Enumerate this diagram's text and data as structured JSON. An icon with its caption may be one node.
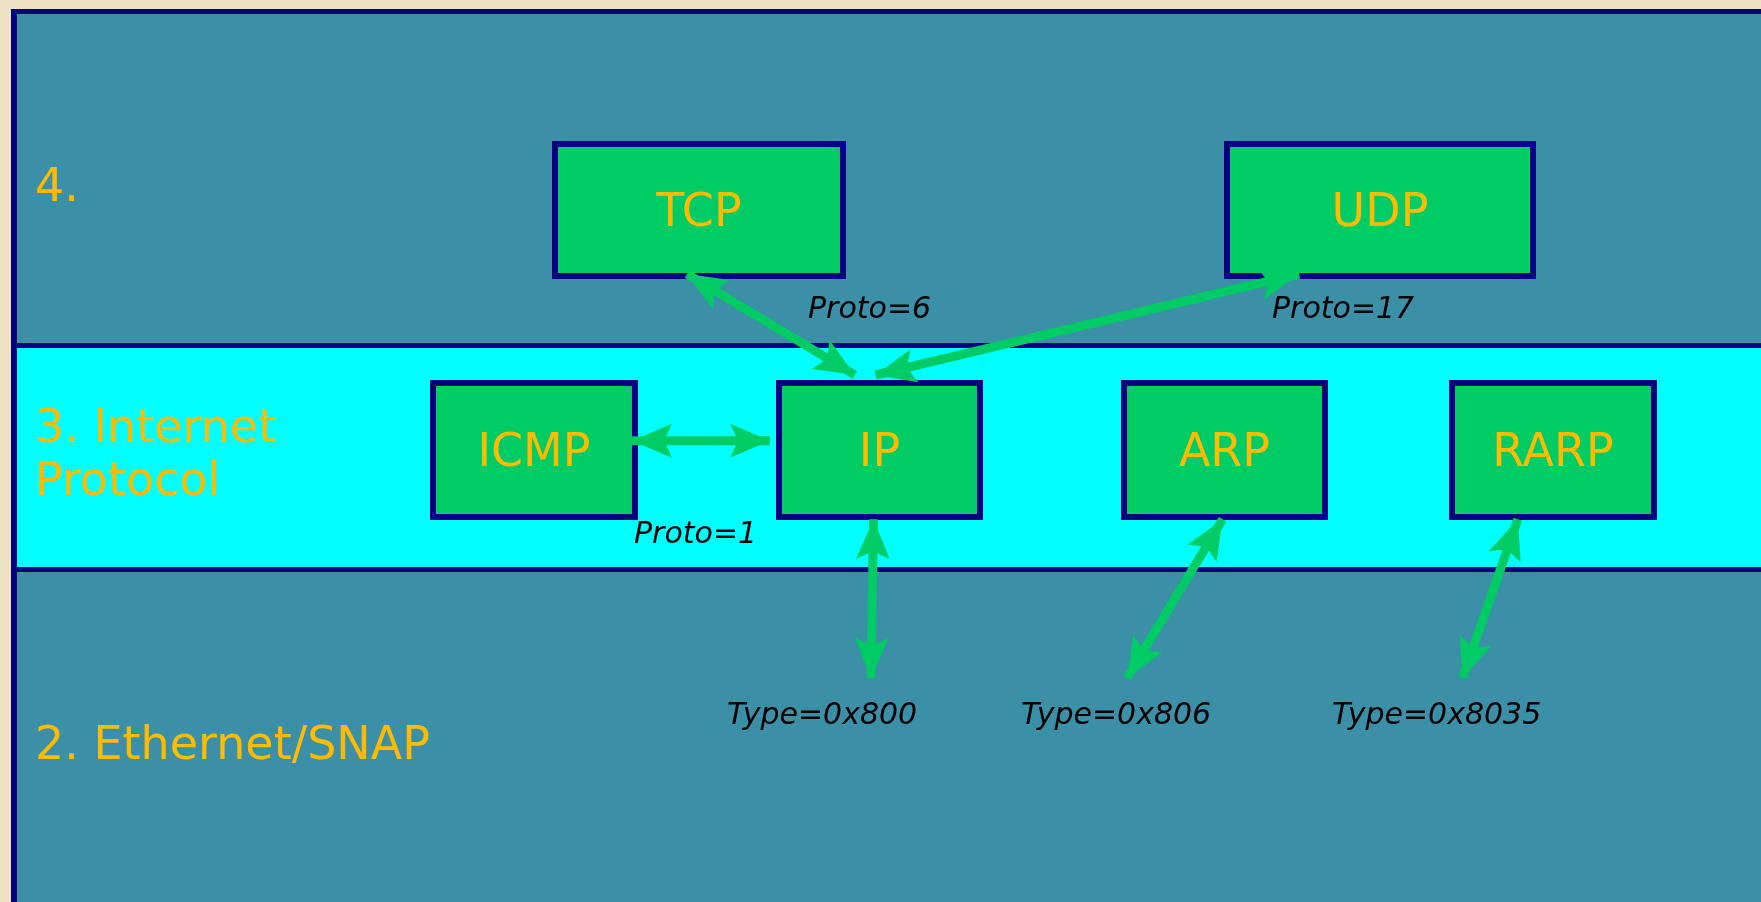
{
  "diagram": {
    "nodes": [
      {
        "text": [
          "4."
        ]
      },
      {
        "text": [
          "TCP"
        ],
        "in": 0
      },
      {
        "text": [
          "UDP"
        ],
        "in": 0
      },
      {
        "text": [
          "3. Internet Protocol"
        ]
      },
      {
        "text": [
          "ICMP"
        ],
        "in": 3
      },
      {
        "text": [
          "IP"
        ],
        "in": 3
      },
      {
        "text": [
          "ARP"
        ],
        "in": 3
      },
      {
        "text": [
          "RARP"
        ],
        "in": 3
      },
      {
        "text": [
          "2. Ethernet/SNAP"
        ]
      },
      {
        "text": [
          "Type=0x800"
        ],
        "in": 8
      },
      {
        "text": [
          "Type=0x806"
        ],
        "in": 8
      },
      {
        "text": [
          "Type=0x8035"
        ],
        "in": 8
      }
    ],
    "edges": [
      {
        "from": 1,
        "to": 5,
        "arrow": "both",
        "label": "Proto=6"
      },
      {
        "from": 2,
        "to": 5,
        "arrow": "both",
        "label": "Proto=17"
      },
      {
        "from": 4,
        "to": 5,
        "arrow": "both",
        "label": "Proto=1"
      },
      {
        "from": 5,
        "to": 9,
        "arrow": "both"
      },
      {
        "from": 6,
        "to": 10,
        "arrow": "both"
      },
      {
        "from": 7,
        "to": 11,
        "arrow": "both"
      }
    ]
  }
}
